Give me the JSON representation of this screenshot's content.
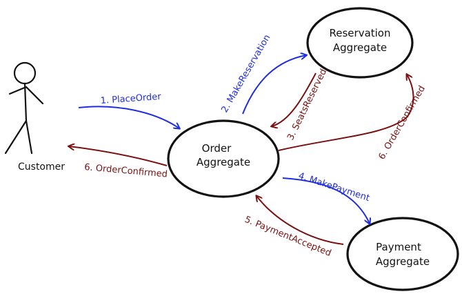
{
  "actor": {
    "label": "Customer"
  },
  "nodes": {
    "reservation": {
      "line1": "Reservation",
      "line2": "Aggregate"
    },
    "order": {
      "line1": "Order",
      "line2": "Aggregate"
    },
    "payment": {
      "line1": "Payment",
      "line2": "Aggregate"
    }
  },
  "messages": {
    "place_order": "1. PlaceOrder",
    "make_reservation": "2. MakeReservation",
    "seats_reserved": "3. SeatsReserved",
    "make_payment": "4. MakePayment",
    "payment_accepted": "5. PaymentAccepted",
    "order_confirmed_to_reservation": "6. OrderConfirmed",
    "order_confirmed_to_customer": "6. OrderConfirmed"
  },
  "colors": {
    "command": "#1f2de0",
    "event": "#7a1010",
    "outline": "#111111"
  }
}
